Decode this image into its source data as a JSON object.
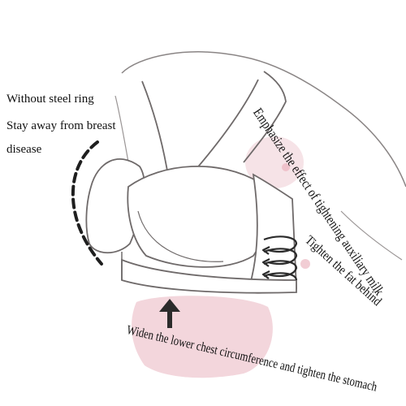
{
  "annotations": {
    "steel_ring": "Without steel ring",
    "stay_away": "Stay away from breast",
    "disease": "disease",
    "emphasize": "Emphasize the effect of tightening auxiliary milk",
    "tighten_fat": "Tighten the fat behind",
    "widen_chest": "Widen the lower chest circumference and tighten the stomach"
  },
  "colors": {
    "skin_pink": "#f3d6dc",
    "bra_outline": "#6f6a6a",
    "arrow": "#2b2b2b"
  },
  "icons": [
    "up-arrow-icon",
    "wrap-arrows-icon",
    "dashed-arc-icon"
  ]
}
